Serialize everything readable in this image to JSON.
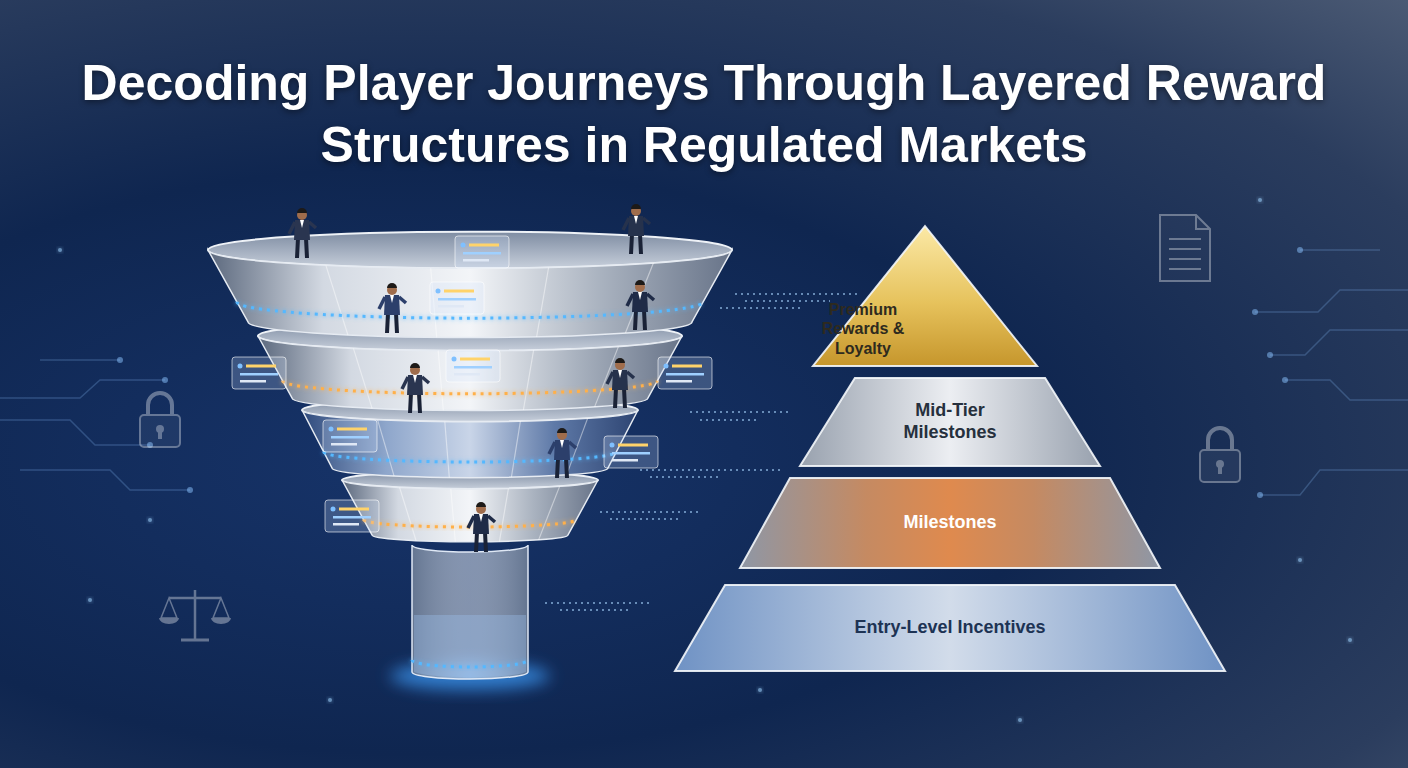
{
  "diagram": {
    "title": "Decoding Player Journeys Through Layered Reward Structures in Regulated Markets",
    "nodes": [
      {
        "text": [
          "Premium Rewards & Loyalty"
        ]
      },
      {
        "text": [
          "Mid-Tier Milestones"
        ]
      },
      {
        "text": [
          "Milestones"
        ]
      },
      {
        "text": [
          "Entry-Level Incentives"
        ]
      }
    ]
  }
}
